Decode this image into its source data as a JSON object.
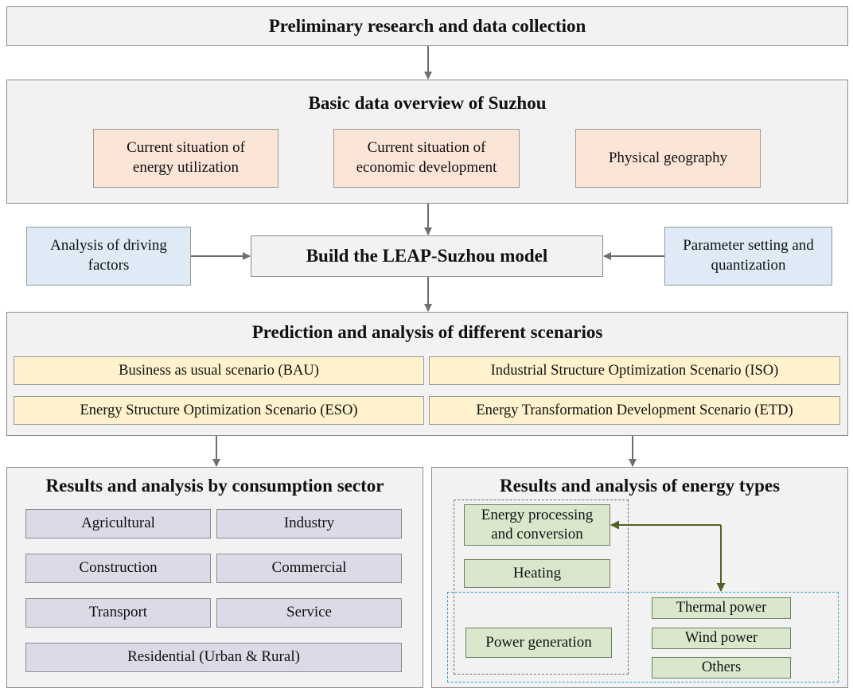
{
  "preliminary": {
    "title": "Preliminary research and data collection"
  },
  "overview": {
    "title": "Basic data overview of Suzhou",
    "items": [
      "Current situation of energy utilization",
      "Current situation of economic development",
      "Physical geography"
    ]
  },
  "model": {
    "title": "Build the LEAP-Suzhou model",
    "left_input": "Analysis of driving factors",
    "right_input": "Parameter setting and quantization"
  },
  "scenarios": {
    "title": "Prediction and analysis of different scenarios",
    "items": [
      "Business as usual scenario (BAU)",
      "Industrial Structure Optimization Scenario (ISO)",
      "Energy Structure Optimization Scenario (ESO)",
      "Energy Transformation Development Scenario (ETD)"
    ]
  },
  "sectors": {
    "title": "Results and analysis by consumption sector",
    "items": [
      "Agricultural",
      "Industry",
      "Construction",
      "Commercial",
      "Transport",
      "Service",
      "Residential (Urban & Rural)"
    ]
  },
  "energy": {
    "title": "Results and analysis of energy types",
    "processing": "Energy processing and conversion",
    "heating": "Heating",
    "power_generation": "Power generation",
    "sub_items": [
      "Thermal power",
      "Wind power",
      "Others"
    ]
  }
}
